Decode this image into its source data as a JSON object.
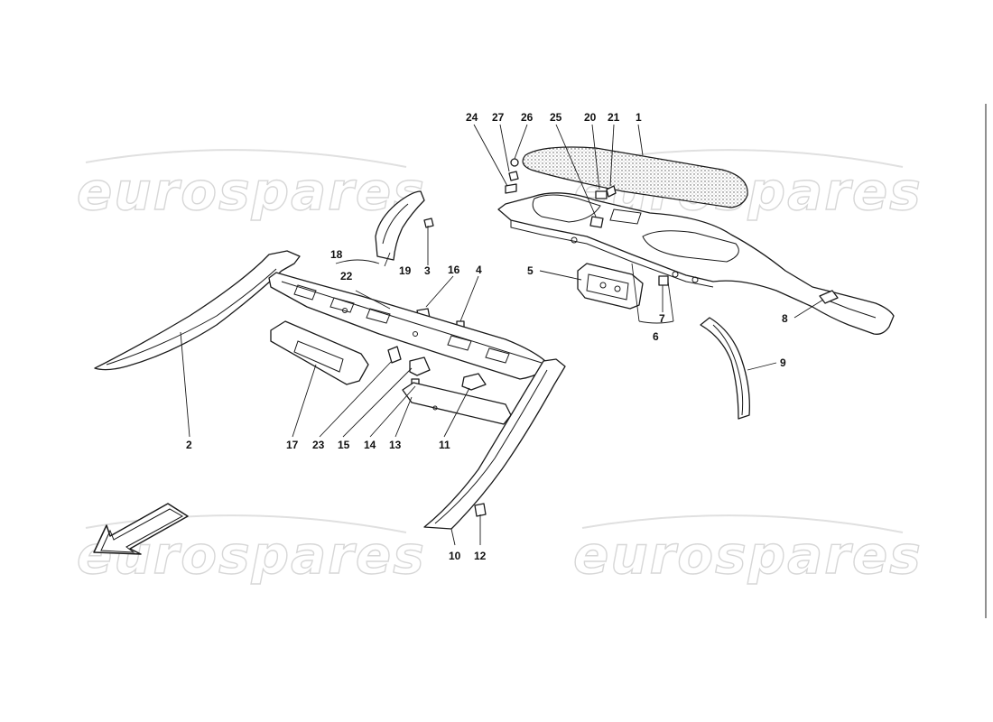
{
  "watermark": {
    "text": "eurospares"
  },
  "callouts": {
    "c1": "1",
    "c2": "2",
    "c3": "3",
    "c4": "4",
    "c5": "5",
    "c6": "6",
    "c7": "7",
    "c8": "8",
    "c9": "9",
    "c10": "10",
    "c11": "11",
    "c12": "12",
    "c13": "13",
    "c14": "14",
    "c15": "15",
    "c16": "16",
    "c17": "17",
    "c18": "18",
    "c19": "19",
    "c20": "20",
    "c21": "21",
    "c22": "22",
    "c23": "23",
    "c24": "24",
    "c25": "25",
    "c26": "26",
    "c27": "27"
  },
  "icons": {
    "orientation_arrow": "front-direction-arrow-icon"
  }
}
